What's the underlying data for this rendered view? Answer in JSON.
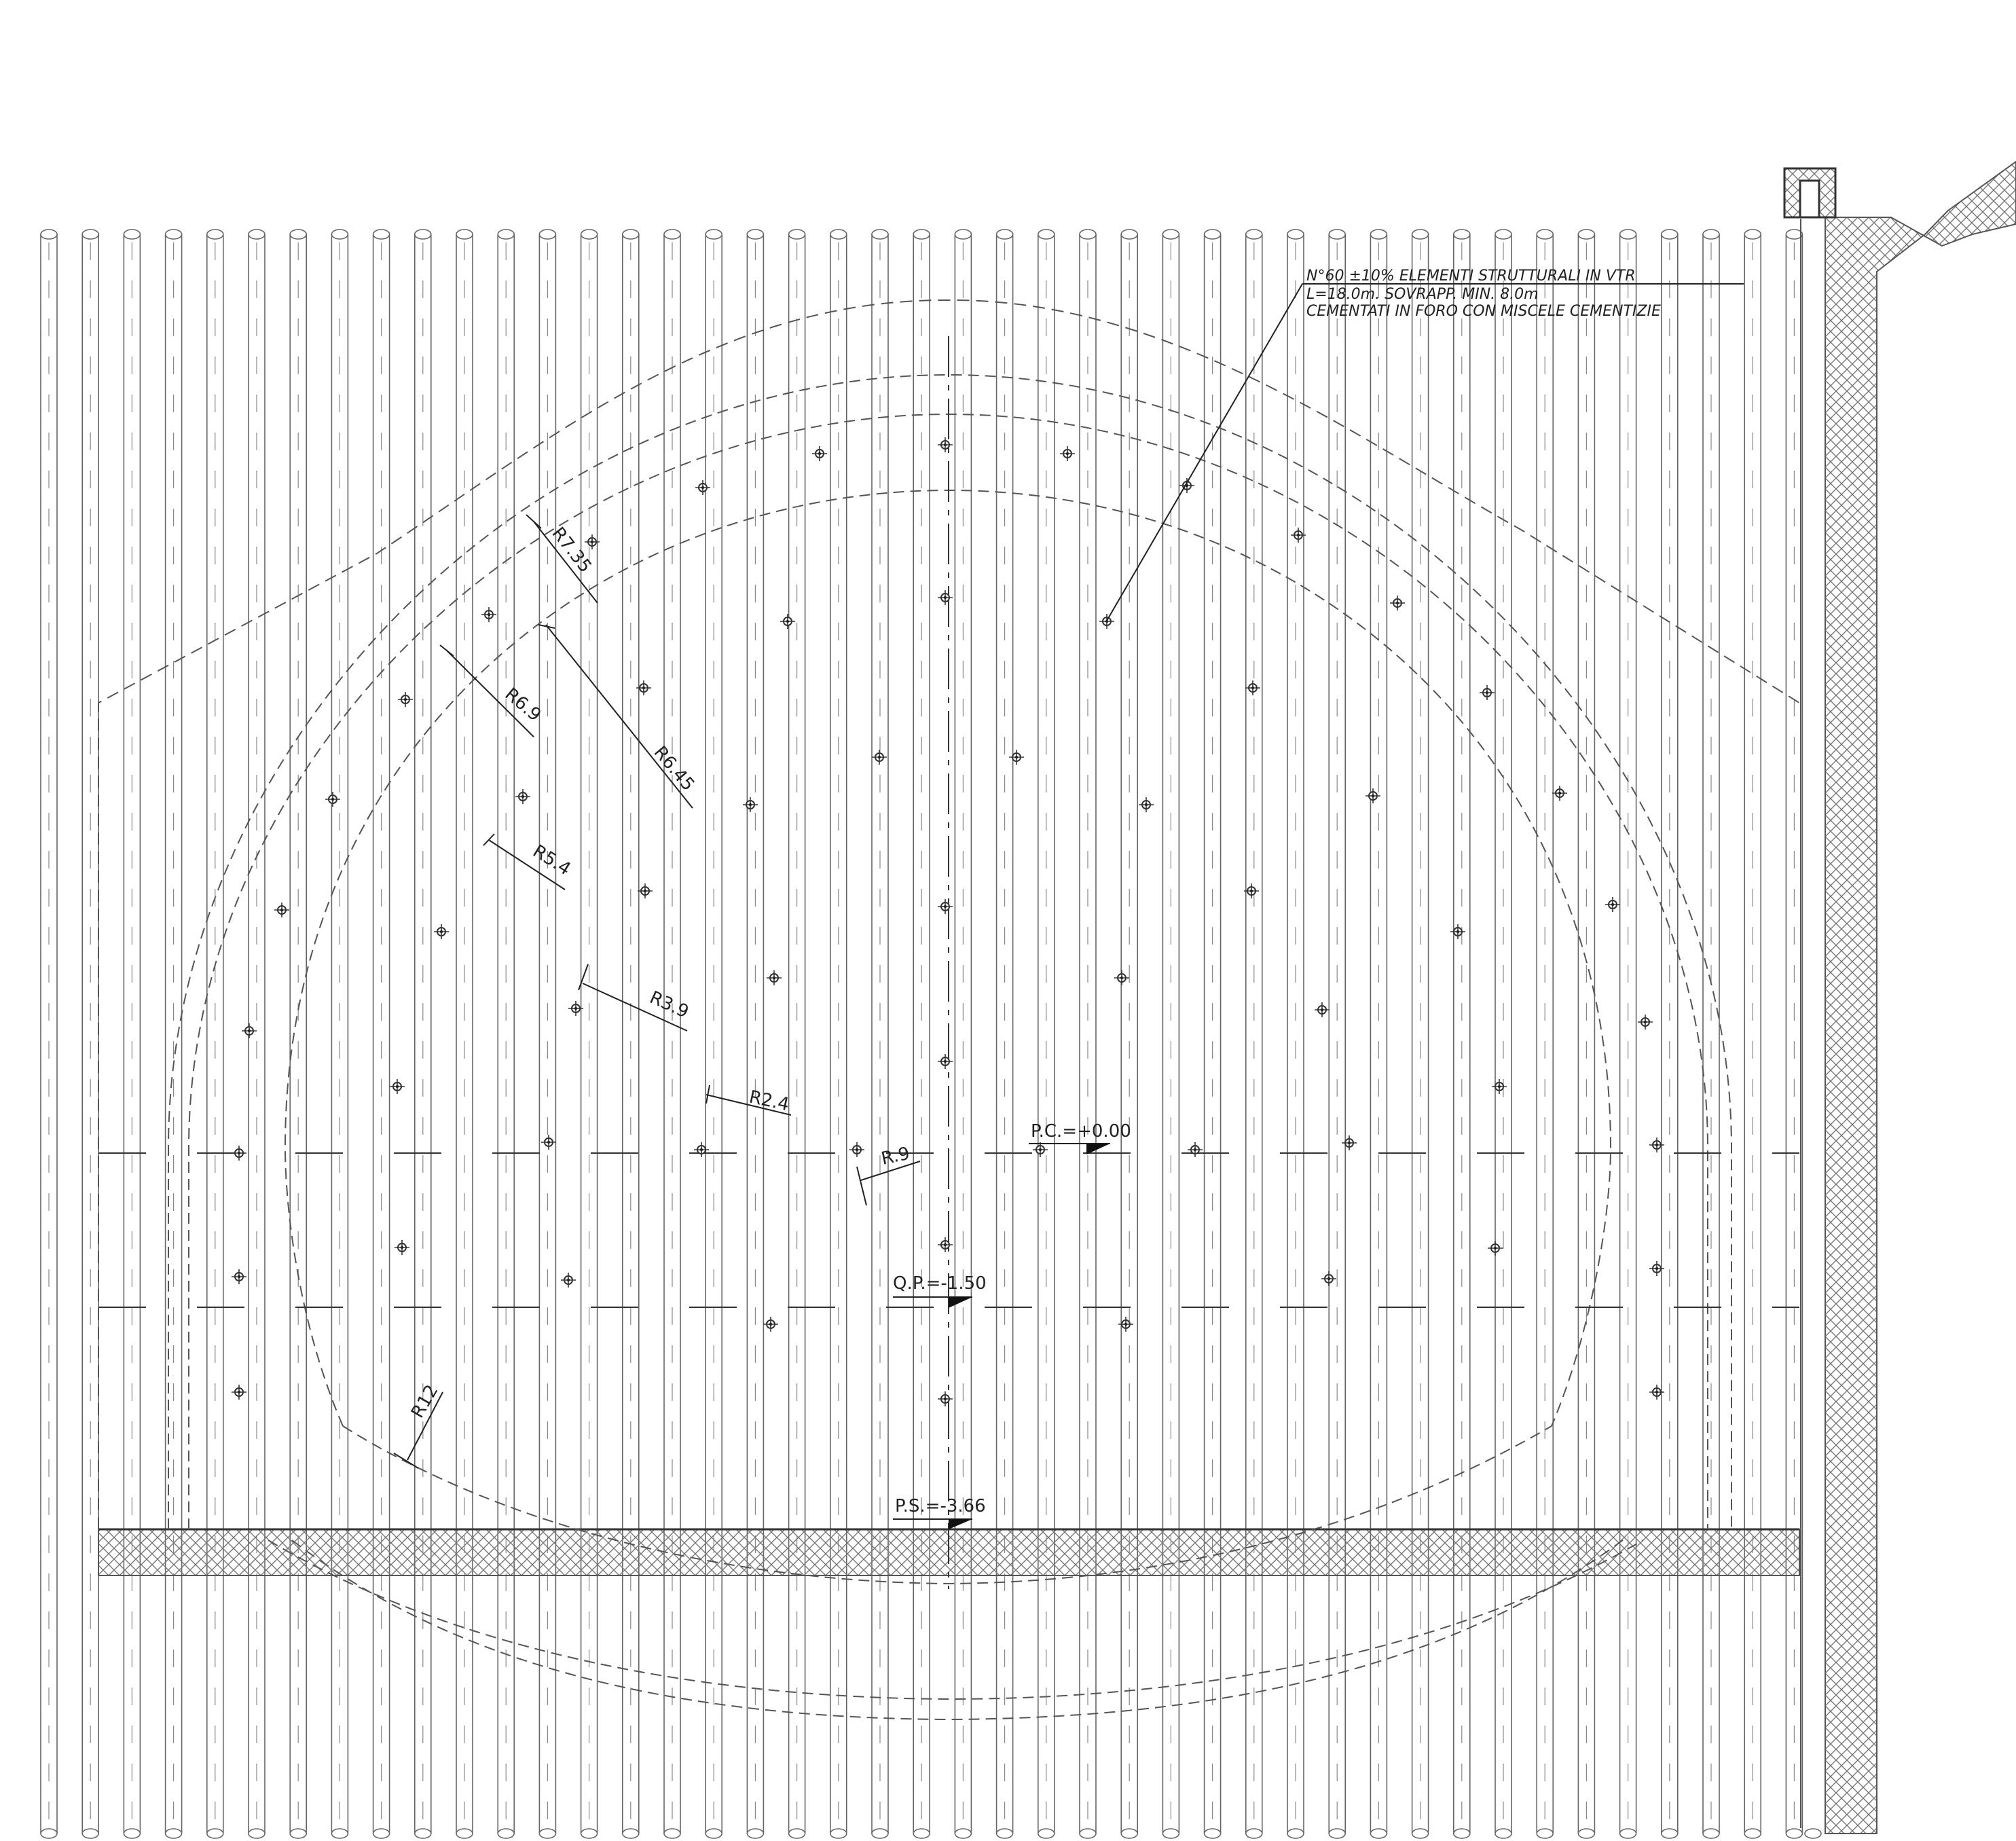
{
  "note": {
    "line1": "N°60  ±10%  ELEMENTI  STRUTTURALI  IN  VTR",
    "line2": "L=18.0m.      SOVRAPP.  MIN.  8.0m",
    "line3": "CEMENTATI  IN  FORO  CON  MISCELE  CEMENTIZIE"
  },
  "levels": {
    "pc": "P.C.=+0.00",
    "qp": "Q.P.=-1.50",
    "ps": "P.S.=-3.66"
  },
  "radii": {
    "r735": "R7.35",
    "r69": "R6.9",
    "r645": "R6.45",
    "r54": "R5.4",
    "r39": "R3.9",
    "r24": "R2.4",
    "r09": "R.9",
    "r12": "R12"
  },
  "element_count": 60,
  "colors": {
    "line": "#555555",
    "dark": "#222222",
    "hatch": "#777777"
  }
}
